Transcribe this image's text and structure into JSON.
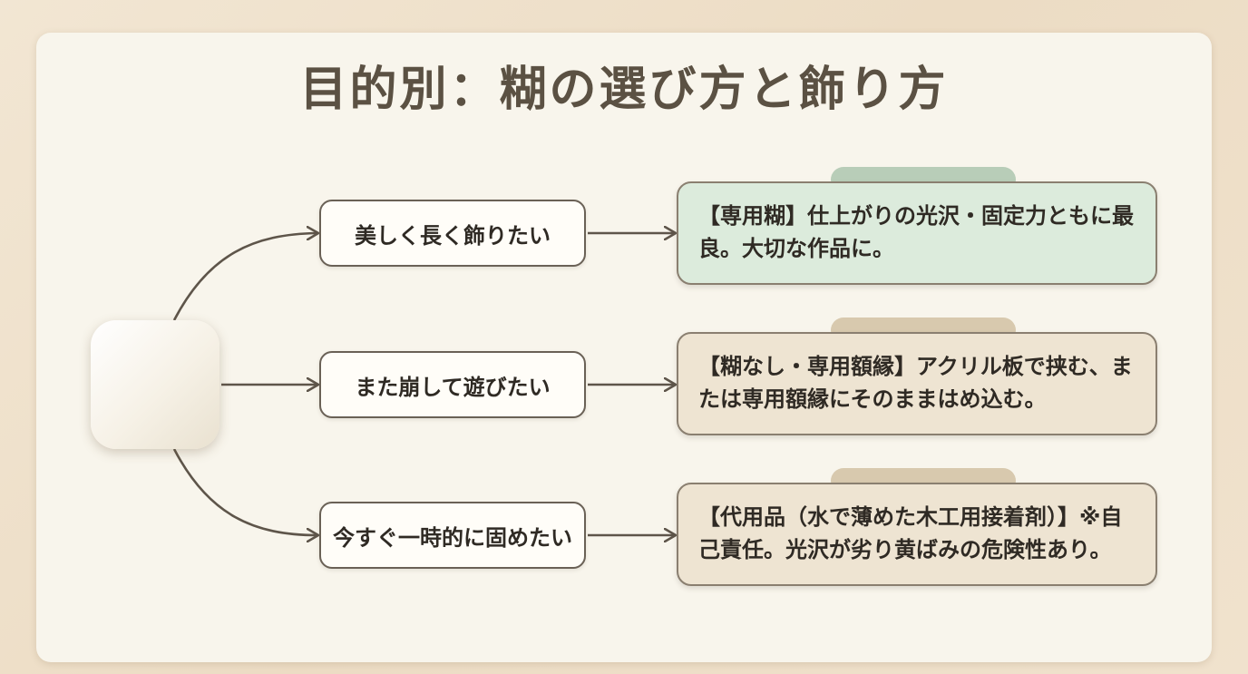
{
  "title": "目的別：糊の選び方と飾り方",
  "branches": [
    {
      "choice": "美しく長く飾りたい",
      "result": "【専用糊】仕上がりの光沢・固定力ともに最良。大切な作品に。",
      "theme": "green"
    },
    {
      "choice": "また崩して遊びたい",
      "result": "【糊なし・専用額縁】アクリル板で挟む、または専用額縁にそのままはめ込む。",
      "theme": "beige"
    },
    {
      "choice": "今すぐ一時的に固めたい",
      "result": "【代用品（水で薄めた木工用接着剤）】※自己責任。光沢が劣り黄ばみの危険性あり。",
      "theme": "beige"
    }
  ],
  "colors": {
    "connector": "#5e554a",
    "green_box": "#dcebdc",
    "beige_box": "#eee4d2"
  }
}
